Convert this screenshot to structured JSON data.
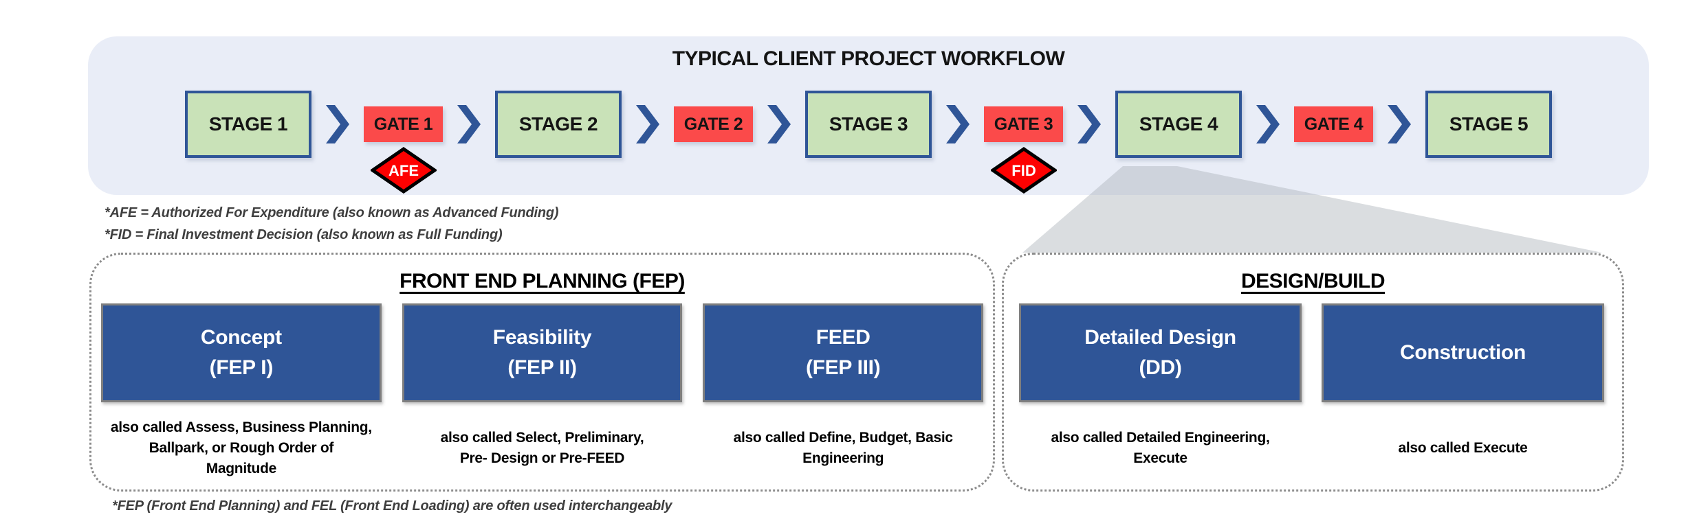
{
  "workflow": {
    "title": "TYPICAL CLIENT PROJECT WORKFLOW",
    "stages": [
      "STAGE 1",
      "STAGE 2",
      "STAGE 3",
      "STAGE 4",
      "STAGE 5"
    ],
    "gates": [
      {
        "label": "GATE 1",
        "milestone": "AFE"
      },
      {
        "label": "GATE 2"
      },
      {
        "label": "GATE 3",
        "milestone": "FID"
      },
      {
        "label": "GATE 4"
      }
    ],
    "footnotes": [
      "*AFE = Authorized For Expenditure (also known as Advanced Funding)",
      "*FID = Final Investment Decision (also known as Full Funding)"
    ]
  },
  "fep": {
    "title": "FRONT END PLANNING (FEP)",
    "phases": [
      {
        "name": "Concept",
        "code": "(FEP I)",
        "aka_lines": [
          "also called Assess, Business Planning,",
          "Ballpark, or Rough Order of",
          "Magnitude"
        ]
      },
      {
        "name": "Feasibility",
        "code": "(FEP II)",
        "aka_lines": [
          "also called Select, Preliminary,",
          "Pre- Design or Pre-FEED"
        ]
      },
      {
        "name": "FEED",
        "code": "(FEP III)",
        "aka_lines": [
          "also called Define, Budget, Basic",
          "Engineering"
        ]
      }
    ],
    "footnote": "*FEP (Front End Planning) and FEL (Front End Loading) are often used interchangeably"
  },
  "design_build": {
    "title": "DESIGN/BUILD",
    "phases": [
      {
        "name": "Detailed Design",
        "code": "(DD)",
        "aka_lines": [
          "also called Detailed Engineering,",
          "Execute"
        ]
      },
      {
        "name": "Construction",
        "aka_lines": [
          "also called Execute"
        ]
      }
    ]
  },
  "colors": {
    "panel_bg": "#E9EDF7",
    "stage_fill": "#C9E2B8",
    "stage_border": "#2F5597",
    "gate_fill": "#FB4A4A",
    "milestone_fill": "#FE0101",
    "milestone_border": "#000000",
    "arrow_blue": "#2F5597",
    "phase_fill": "#2F5597",
    "phase_border": "#7F7F7F",
    "dotted_border": "#8C8C8C",
    "callout_gray": "#AEB3BB"
  }
}
